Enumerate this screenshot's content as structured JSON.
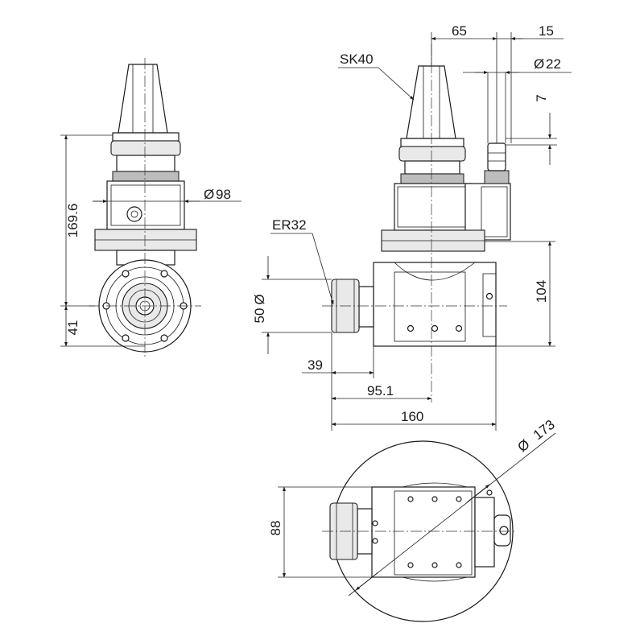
{
  "drawing": {
    "dimensions": {
      "d65": "65",
      "d15": "15",
      "d22": "22",
      "d7": "7",
      "d98": "98",
      "d169_6": "169.6",
      "d41": "41",
      "d50": "50",
      "d104": "104",
      "d39": "39",
      "d95_1": "95.1",
      "d160": "160",
      "d173": "173",
      "d88": "88"
    },
    "callouts": {
      "taper": "SK40",
      "collet": "ER32"
    },
    "symbols": {
      "diameter": "Ø"
    }
  }
}
